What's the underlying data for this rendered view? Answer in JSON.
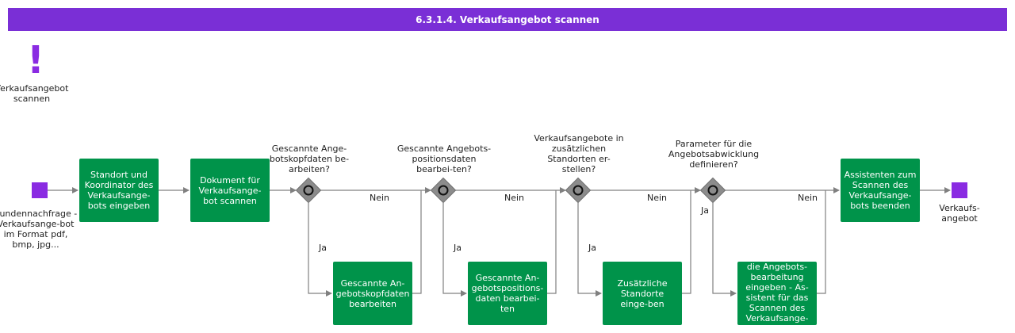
{
  "title": "6.3.1.4. Verkaufsangebot scannen",
  "start_event": {
    "label": "Verkaufsangebot scannen",
    "icon": "exclamation-icon"
  },
  "start_terminal_label": "Kundennachfrage - Verkaufsange-bot im Format pdf, bmp, jpg...",
  "end_terminal_label": "Verkaufs-angebot",
  "tasks": [
    "Standort und Koordinator des Verkaufsange-bots eingeben",
    "Dokument für Verkaufsange-bot scannen",
    "Gescannte An-gebotskopfdaten bearbeiten",
    "Gescannte An-gebotspositions-daten bearbei-ten",
    "Zusätzliche Standorte einge-ben",
    "die Angebots-bearbeitung eingeben - As-sistent für das Scannen des Verkaufsange-",
    "Assistenten zum Scannen des Verkaufsange-bots beenden"
  ],
  "gateways": [
    {
      "question": "Gescannte Ange-botskopfdaten be-arbeiten?",
      "yes": "Ja",
      "no": "Nein"
    },
    {
      "question": "Gescannte Angebots-positionsdaten bearbei-ten?",
      "yes": "Ja",
      "no": "Nein"
    },
    {
      "question": "Verkaufsangebote in zusätzlichen Standorten er-stellen?",
      "yes": "Ja",
      "no": "Nein"
    },
    {
      "question": "Parameter für die Angebotsabwicklung definieren?",
      "yes": "Ja",
      "no": "Nein"
    }
  ],
  "colors": {
    "header": "#7a2fd6",
    "task": "#00934a",
    "terminal": "#8a2be2",
    "gateway": "#8c8c8c",
    "line": "#808080"
  }
}
